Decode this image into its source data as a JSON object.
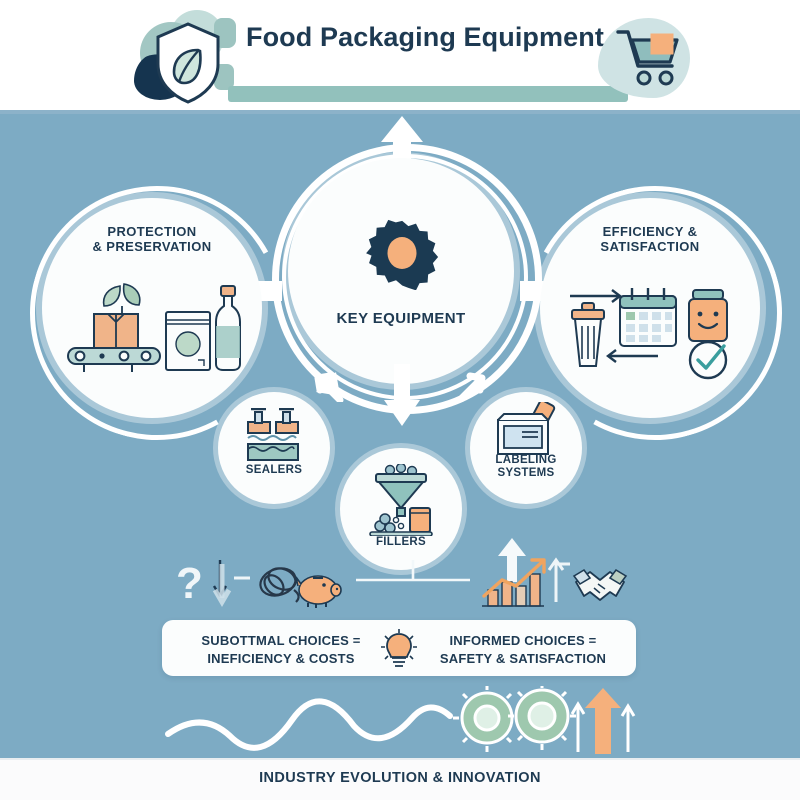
{
  "header": {
    "title": "Food Packaging Equipment",
    "logo_icon": "shield-leaf-icon",
    "cart_icon": "shopping-cart-icon",
    "accent_bar_color": "#92c1bc"
  },
  "theme": {
    "background": "#7dabc4",
    "panel_white": "#fbfdfd",
    "navy": "#1e3a52",
    "teal": "#92c1bc",
    "orange": "#f5b07c",
    "green": "#9ec8ae"
  },
  "diagram": {
    "center": {
      "label": "KEY EQUIPMENT",
      "icon": "gear-icon"
    },
    "outcomes": [
      {
        "id": "protection",
        "label": "PROTECTION\n& PRESERVATION",
        "line1": "PROTECTION",
        "line2": "& PRESERVATION",
        "icons": [
          "conveyor-box-icon",
          "leaf-icon",
          "pouch-icon",
          "bottle-icon"
        ]
      },
      {
        "id": "efficiency",
        "label": "EFFICIENCY &\nSATISFACTION",
        "line1": "EFFICIENCY &",
        "line2": "SATISFACTION",
        "icons": [
          "trash-bin-icon",
          "calendar-icon",
          "smiling-jar-icon",
          "check-circle-icon",
          "arrow-right-icon",
          "arrow-left-icon"
        ]
      }
    ],
    "equipment": [
      {
        "id": "sealers",
        "line1": "SEALERS",
        "line2": "",
        "icon": "sealer-icon"
      },
      {
        "id": "fillers",
        "line1": "FILLERS",
        "line2": "",
        "icon": "funnel-filler-icon"
      },
      {
        "id": "labeling",
        "line1": "LABELING",
        "line2": "SYSTEMS",
        "icon": "label-applicator-icon"
      }
    ],
    "arrows": [
      "arrow-up-top",
      "arrow-left-outcome",
      "arrow-right-outcome",
      "arrow-down-sealers",
      "arrow-down-fillers",
      "arrow-down-labeling",
      "arrow-up-bottom"
    ]
  },
  "comparison": {
    "negative_icons": [
      "question-mark-icon",
      "arrow-down-icon",
      "tangled-scribble-icon",
      "piggy-bank-icon"
    ],
    "positive_icons": [
      "growth-chart-icon",
      "arrow-up-icon",
      "handshake-icon"
    ],
    "divider_icon": "t-divider-icon",
    "bulb_icon": "lightbulb-icon",
    "left_line1": "SUBOTTMAL CHOICES =",
    "left_line2": "INEFICIENCY & COSTS",
    "right_line1": "INFORMED CHOICES =",
    "right_line2": "SAFETY & SATISFACTION"
  },
  "bottom": {
    "wave_icon": "wavy-line-icon",
    "gear_icons": [
      "gear-green-icon",
      "gear-green-icon"
    ],
    "arrow_icon": "arrow-up-orange-icon",
    "caption": "INDUSTRY EVOLUTION & INNOVATION"
  }
}
